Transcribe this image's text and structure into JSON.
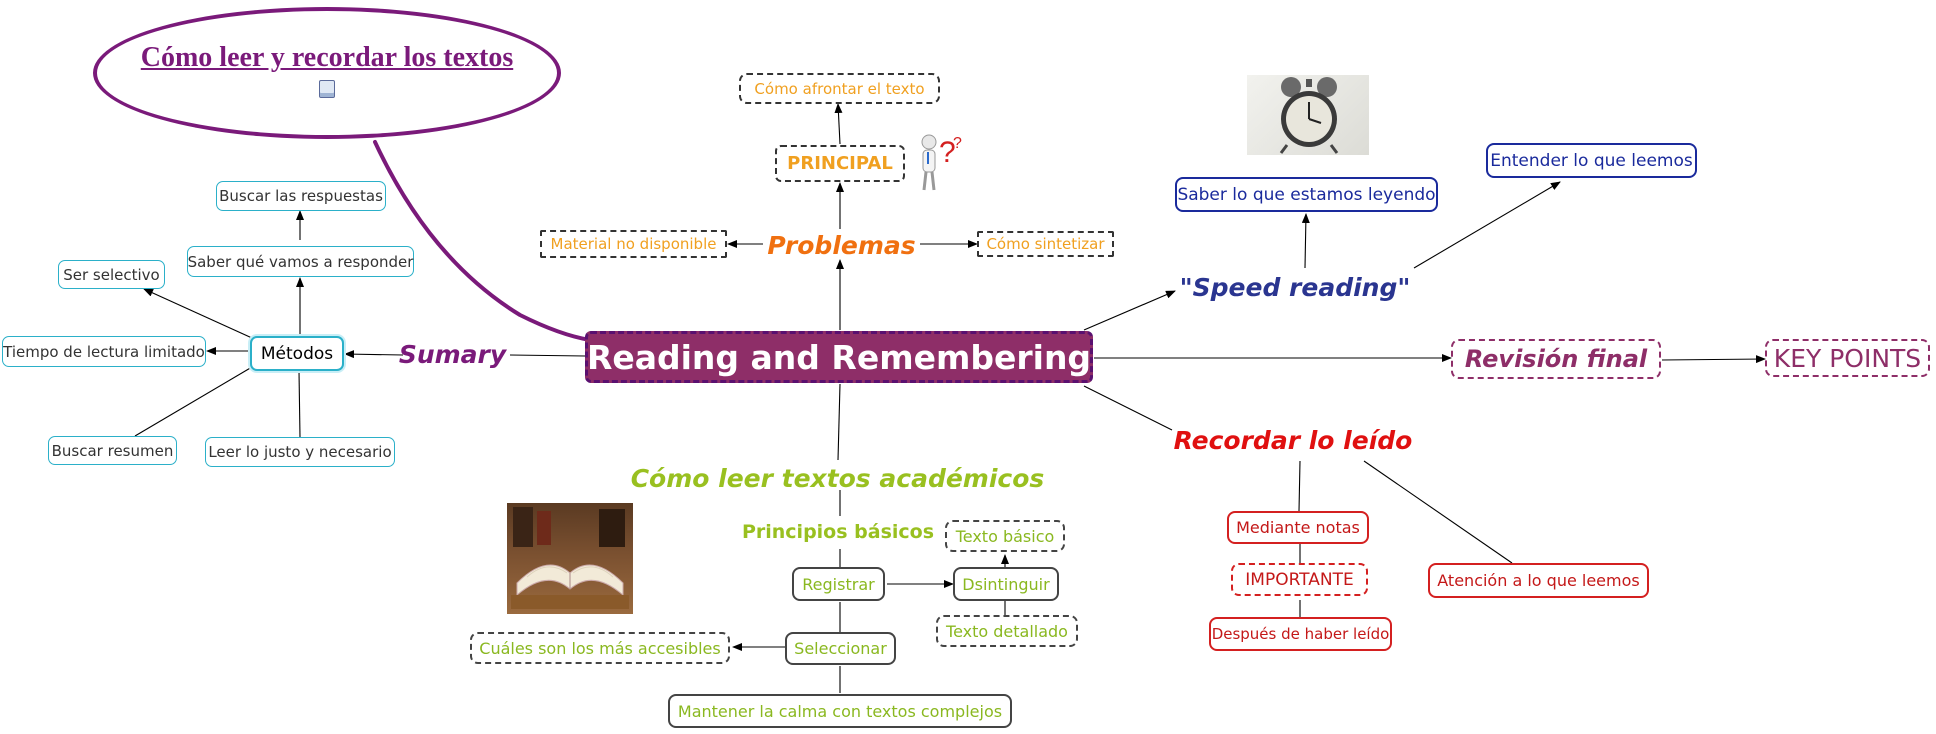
{
  "main_topic": "Reading and Remembering",
  "callout": {
    "title": "Cómo leer y recordar los textos"
  },
  "sumary": {
    "title": "Sumary",
    "metodos": "Métodos",
    "items": [
      "Buscar las respuestas",
      "Saber qué vamos a responder",
      "Ser selectivo",
      "Tiempo de lectura limitado",
      "Buscar resumen",
      "Leer lo justo y necesario"
    ]
  },
  "problemas": {
    "title": "Problemas",
    "principal": "PRINCIPAL",
    "afrontar": "Cómo afrontar el texto",
    "material": "Material no disponible",
    "sintetizar": "Cómo sintetizar"
  },
  "speed": {
    "title": "\"Speed reading\"",
    "saber": "Saber lo que estamos leyendo",
    "entender": "Entender lo que leemos"
  },
  "revision": {
    "title": "Revisión final",
    "key_points": "KEY POINTS"
  },
  "recordar": {
    "title": "Recordar lo leído",
    "notas": "Mediante notas",
    "importante": "IMPORTANTE",
    "despues": "Después de haber leído",
    "atencion": "Atención a lo que leemos"
  },
  "academicos": {
    "title": "Cómo leer textos académicos",
    "principios": "Principios básicos",
    "registrar": "Registrar",
    "distinguir": "Dsintinguir",
    "texto_basico": "Texto básico",
    "texto_detallado": "Texto detallado",
    "seleccionar": "Seleccionar",
    "accesibles": "Cuáles son los más accesibles",
    "calma": "Mantener la calma con textos complejos"
  },
  "colors": {
    "main": "#8e2e68",
    "purple": "#7a1a7a",
    "orange": "#f07010",
    "navy": "#2a3590",
    "magenta": "#8e2e68",
    "red": "#e01010",
    "green": "#99c020"
  }
}
